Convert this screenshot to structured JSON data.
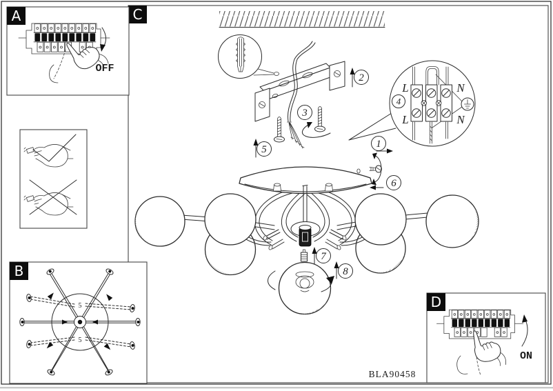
{
  "page": {
    "product_code": "BLA90458"
  },
  "panels": {
    "a": {
      "label": "A",
      "power_state": "OFF"
    },
    "b": {
      "label": "B",
      "marks": [
        "5",
        "5"
      ]
    },
    "c": {
      "label": "C"
    },
    "d": {
      "label": "D",
      "power_state": "ON"
    }
  },
  "steps": [
    "1",
    "2",
    "3",
    "4",
    "5",
    "6",
    "7",
    "8"
  ],
  "wiring_detail": {
    "terminal_labels": {
      "live_top": "L",
      "live_bottom": "L",
      "neutral_top": "N",
      "neutral_bottom": "N"
    }
  },
  "icons": {
    "allowed": "checkmark-icon",
    "forbidden": "cross-icon",
    "earth": "earth-ground-icon",
    "wall_anchor": "wall-anchor-icon",
    "screw": "screw-icon",
    "pointing_hand": "pointing-hand-icon"
  },
  "colors": {
    "ink": "#2b2b2b",
    "paper": "#ffffff",
    "label_bg": "#0d0d0d",
    "label_text": "#ffffff",
    "page_edge": "#c9c9c9"
  }
}
